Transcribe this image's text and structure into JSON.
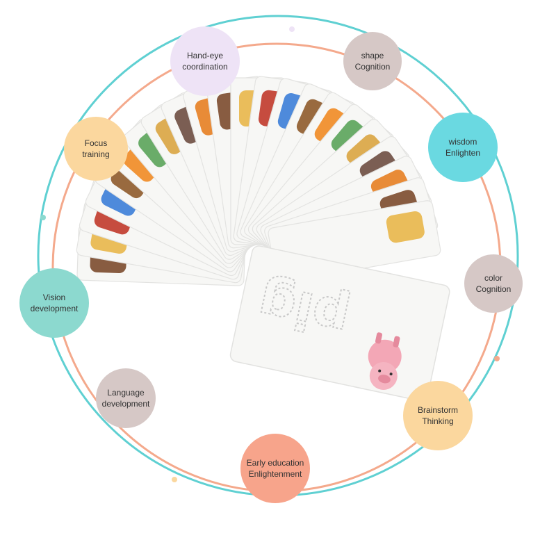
{
  "colors": {
    "teal_ring": "#5fd0d2",
    "salmon_ring": "#f4a98c",
    "lavender": "#eee3f6",
    "taupe": "#d6c8c6",
    "cyan": "#6ad9e1",
    "peach": "#fbd79e",
    "mint": "#8cd9cf",
    "salmon": "#f7a48b",
    "card": "#f7f7f5"
  },
  "bubbles": [
    {
      "id": "hand-eye",
      "text": "Hand-eye\ncoordination",
      "color": "#eee3f6"
    },
    {
      "id": "shape",
      "text": "shape\nCognition",
      "color": "#d6c8c6"
    },
    {
      "id": "focus",
      "text": "Focus\ntraining",
      "color": "#fbd79e"
    },
    {
      "id": "wisdom",
      "text": "wisdom\nEnlighten",
      "color": "#6ad9e1"
    },
    {
      "id": "vision",
      "text": "Vision\ndevelopment",
      "color": "#8cd9cf"
    },
    {
      "id": "color",
      "text": "color\nCognition",
      "color": "#d6c8c6"
    },
    {
      "id": "language",
      "text": "Language\ndevelopment",
      "color": "#d6c8c6"
    },
    {
      "id": "brainstorm",
      "text": "Brainstorm\nThinking",
      "color": "#fbd79e"
    },
    {
      "id": "early-education",
      "text": "Early education\nEnlightenment",
      "color": "#f7a48b"
    }
  ],
  "card": {
    "word": "pig"
  }
}
